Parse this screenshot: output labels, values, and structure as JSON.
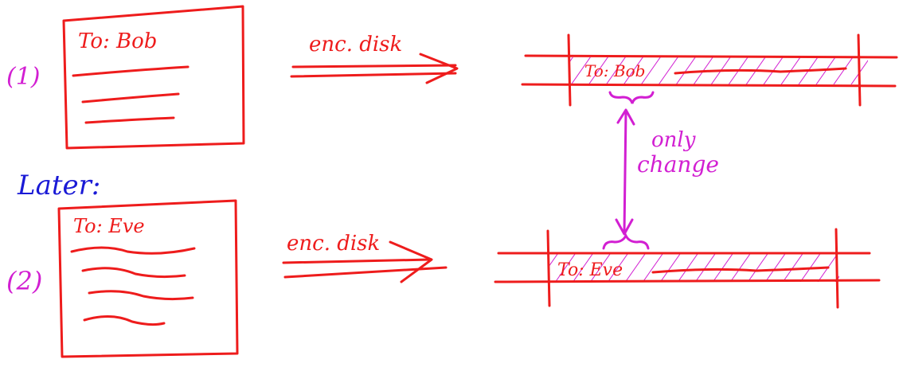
{
  "labels": {
    "step1": "(1)",
    "later": "Later:",
    "step2": "(2)"
  },
  "scenario1": {
    "note_to": "To: Bob",
    "arrow_label": "enc. disk",
    "disk_text": "To: Bob"
  },
  "scenario2": {
    "note_to": "To: Eve",
    "arrow_label": "enc. disk",
    "disk_text": "To: Eve"
  },
  "annotation": {
    "line1": "only",
    "line2": "change"
  },
  "colors": {
    "red": "#ee1c1c",
    "magenta": "#d21fd2",
    "blue": "#1a1ad6",
    "background": "#ffffff"
  }
}
